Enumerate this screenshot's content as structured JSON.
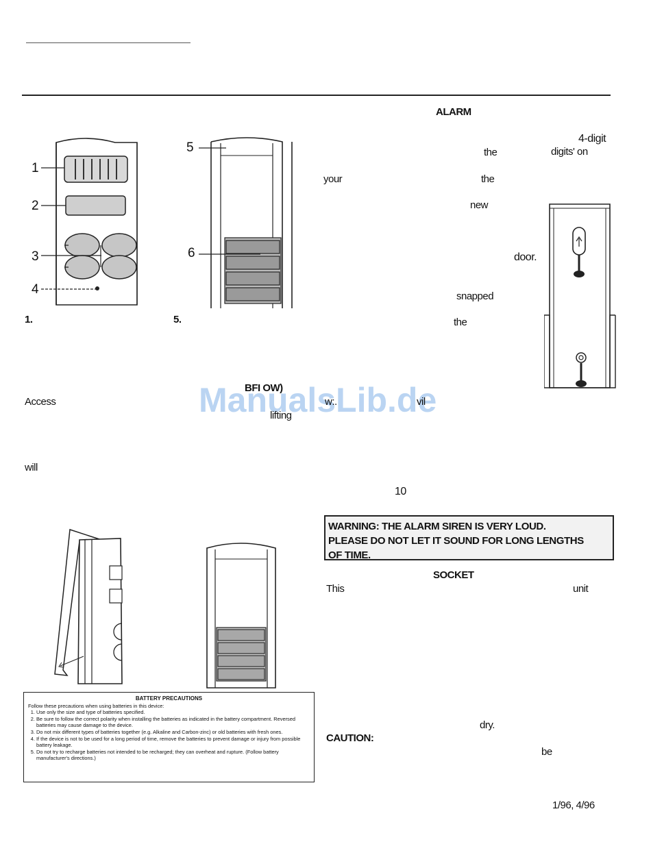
{
  "headings": {
    "alarm": "ALARM",
    "below": "BFI OW)",
    "socket": "SOCKET",
    "caution": "CAUTION:"
  },
  "fragments": {
    "four_digit": "4-digit",
    "the1": "the",
    "digits_on": "digits' on",
    "your": "your",
    "the2": "the",
    "new": "new",
    "door": "door.",
    "snapped": "snapped",
    "the3": "the",
    "wi": "w:.",
    "vil": "vil",
    "ten": "10",
    "access": "Access",
    "lifting": "lifting",
    "will": "will",
    "this": "This",
    "unit": "unit",
    "dry": "dry.",
    "be": "be",
    "date": "1/96, 4/96"
  },
  "figure_labels": {
    "n1": "1",
    "n2": "2",
    "n3": "3",
    "n4": "4",
    "n5": "5",
    "n6": "6",
    "cap1": "1.",
    "cap5": "5."
  },
  "warning": {
    "line1": "WARNING: THE ALARM SIREN IS VERY LOUD.",
    "line2": "PLEASE DO NOT LET IT SOUND FOR LONG LENGTHS",
    "line3": "OF TIME."
  },
  "battery_precautions": {
    "title": "BATTERY PRECAUTIONS",
    "intro": "Follow these precautions when using batteries in this device:",
    "items": [
      "Use only the size and type of batteries specified.",
      "Be sure to follow the correct polarity when installing the batteries as indicated in the battery compartment. Reversed batteries may cause damage to the device.",
      "Do not mix different types of batteries together (e.g. Alkaline and Carbon-zinc) or old batteries with fresh ones.",
      "If the device is not to be used for a long period of time, remove the batteries to prevent damage or injury from possible battery leakage.",
      "Do not try to recharge batteries not intended to be recharged; they can overheat and rupture. (Follow battery manufacturer's directions.)"
    ]
  },
  "watermark": "ManualsLib.de"
}
